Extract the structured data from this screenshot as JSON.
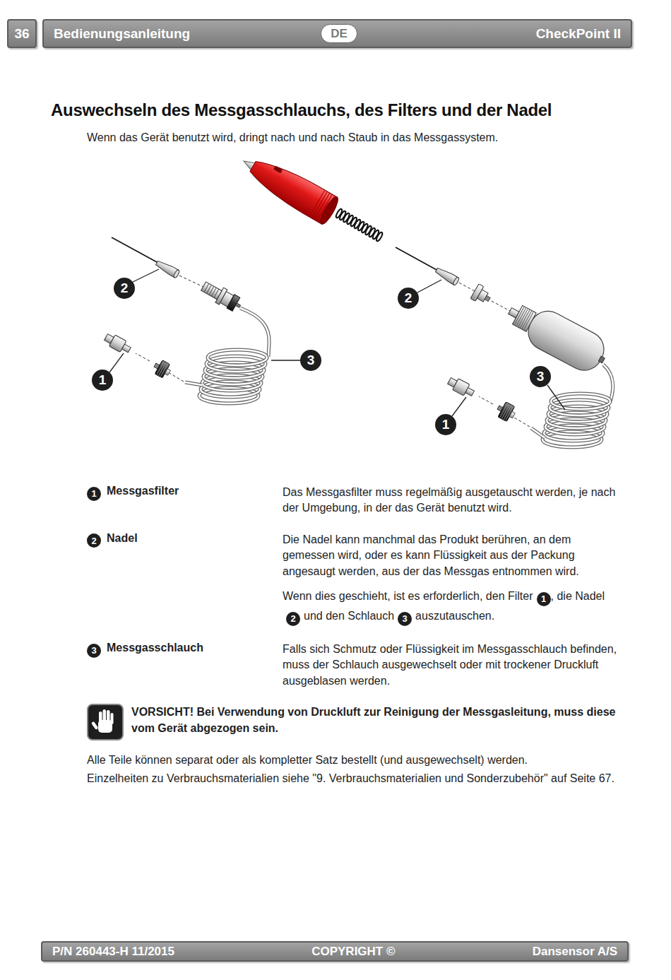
{
  "diagram": {
    "title": "Auswechseln des Messgasschlauchs, des Filters und der Nadel",
    "nodes": [
      {
        "text": [
          "36"
        ]
      },
      {
        "text": [
          "Bedienungsanleitung",
          "CheckPoint II"
        ]
      },
      {
        "text": [
          "DE"
        ],
        "in": 1
      },
      {
        "text": [
          "2"
        ]
      },
      {
        "text": [
          "2"
        ]
      },
      {
        "text": [
          "3"
        ]
      },
      {
        "text": [
          "3"
        ]
      },
      {
        "text": [
          "1"
        ]
      },
      {
        "text": [
          "1"
        ]
      },
      {
        "text": [
          "1"
        ]
      },
      {
        "text": [
          "2"
        ]
      },
      {
        "text": [
          "1"
        ]
      },
      {
        "text": [
          "2"
        ]
      },
      {
        "text": [
          "3"
        ]
      },
      {
        "text": [
          "3"
        ]
      },
      {
        "text": [
          "P/N 260443-H 11/2015",
          "COPYRIGHT ©",
          "Dansensor A/S"
        ]
      }
    ],
    "labels": [
      "Wenn das Gerät benutzt wird, dringt nach und nach Staub in das Messgassystem.",
      "Messgasfilter",
      "Das Messgasfilter muss regelmäßig ausgetauscht werden, je nach der Umgebung, in der das Gerät benutzt wird.",
      "Nadel",
      "Die Nadel kann manchmal das Produkt berühren, an dem gemessen wird, oder es kann Flüssigkeit aus der Packung angesaugt werden, aus der das Messgas entnommen wird.",
      "Wenn dies geschieht, ist es erforderlich, den Filter",
      ", die Nadel",
      "und den Schlauch",
      "auszutauschen.",
      "Messgasschlauch",
      "Falls sich Schmutz oder Flüssigkeit im Messgasschlauch befinden, muss der Schlauch ausgewechselt oder mit trockener Druckluft ausgeblasen werden.",
      "VORSICHT! Bei Verwendung von Druckluft zur Reinigung der Messgasleitung, muss diese vom Gerät abgezogen sein.",
      "Alle Teile können separat oder als kompletter Satz bestellt (und ausgewechselt) werden.",
      "Einzelheiten zu Verbrauchsmaterialien siehe \"9. Verbrauchsmaterialien und Sonderzubehör\" auf Seite 67."
    ]
  }
}
